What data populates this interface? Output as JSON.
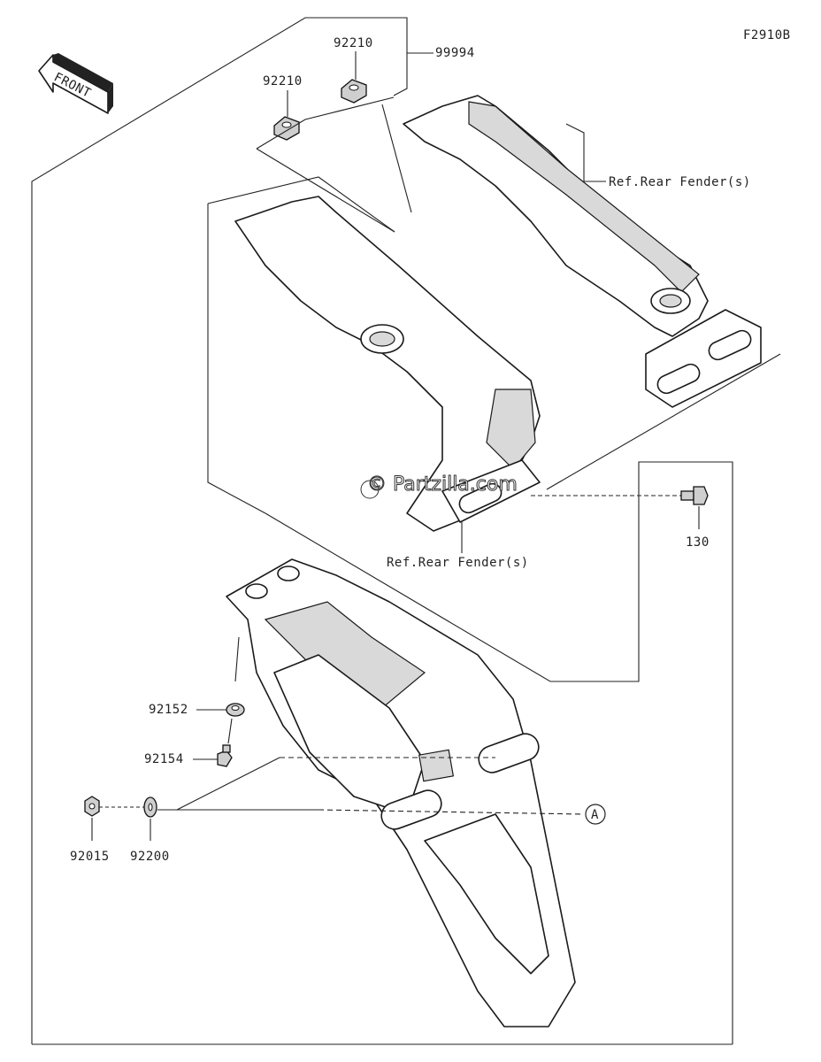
{
  "figure_code": "F2910B",
  "front_label": "FRONT",
  "watermark": "© Partzilla.com",
  "callout_marker": "A",
  "parts": [
    {
      "id": "p92210a",
      "number": "92210"
    },
    {
      "id": "p92210b",
      "number": "92210"
    },
    {
      "id": "p99994",
      "number": "99994"
    },
    {
      "id": "p130",
      "number": "130"
    },
    {
      "id": "p92152",
      "number": "92152"
    },
    {
      "id": "p92154",
      "number": "92154"
    },
    {
      "id": "p92015",
      "number": "92015"
    },
    {
      "id": "p92200",
      "number": "92200"
    }
  ],
  "references": [
    {
      "id": "ref1",
      "text": "Ref.Rear Fender(s)"
    },
    {
      "id": "ref2",
      "text": "Ref.Rear Fender(s)"
    }
  ]
}
